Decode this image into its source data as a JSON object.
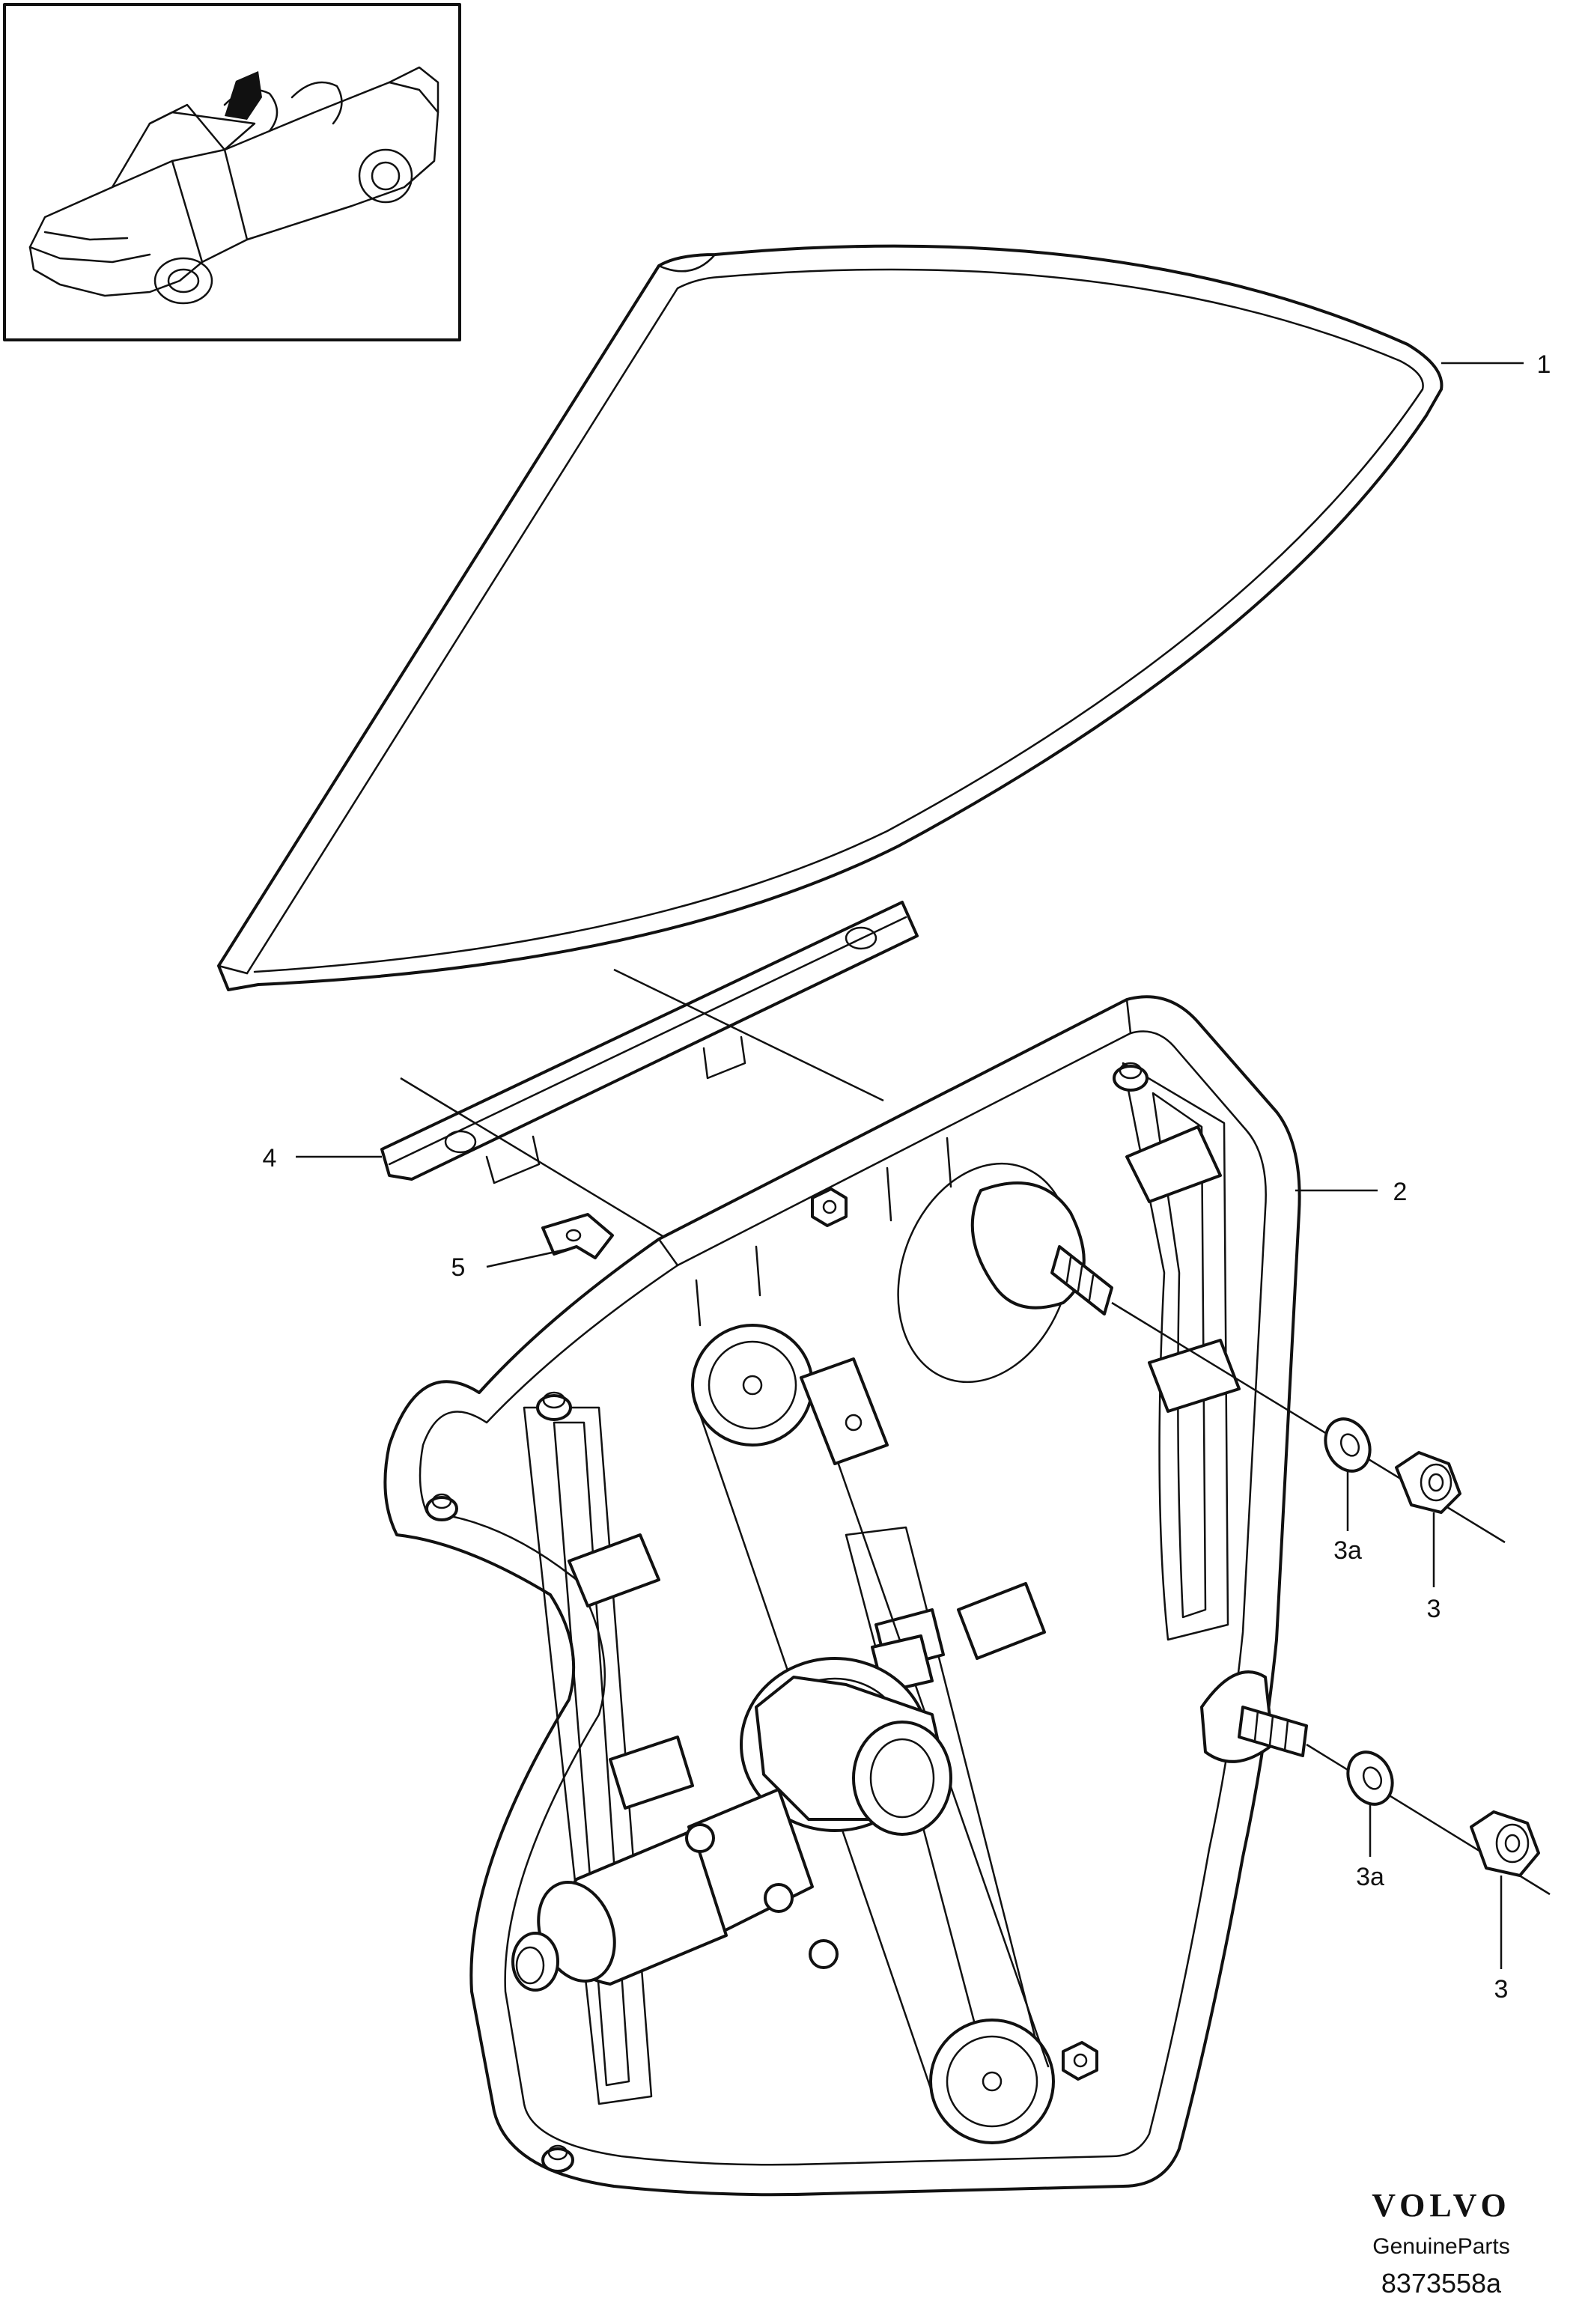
{
  "callouts": {
    "glass": "1",
    "regulator_plate": "2",
    "nut_upper": "3",
    "washer_upper": "3a",
    "nut_lower": "3",
    "washer_lower": "3a",
    "strip": "4",
    "clip": "5"
  },
  "brand": {
    "logo_text": "VOLVO",
    "tagline": "GenuineParts"
  },
  "drawing_number": "8373558a",
  "colors": {
    "ink": "#111111",
    "background": "#ffffff",
    "highlight": "#111111"
  }
}
